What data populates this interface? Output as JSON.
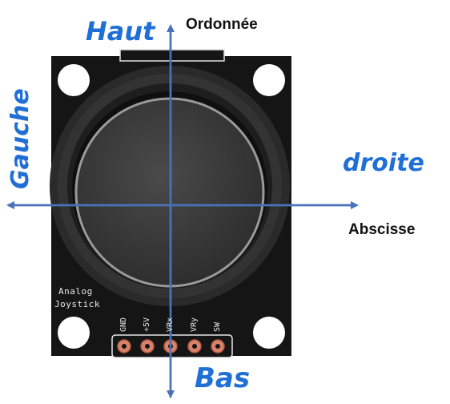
{
  "labels": {
    "ordinate": "Ordonnée",
    "abscissa": "Abscisse",
    "up": "Haut",
    "down": "Bas",
    "left": "Gauche",
    "right": "droite"
  },
  "board": {
    "line1": "Analog",
    "line2": "Joystick",
    "pins": [
      "GND",
      "+5V",
      "VRx",
      "VRy",
      "SW"
    ]
  },
  "colors": {
    "axis": "#4a72b8",
    "handwriting": "#1f6fd6",
    "board": "#151515",
    "pad": "#d9826a"
  },
  "icons": {
    "joystick": "joystick-module-icon"
  }
}
